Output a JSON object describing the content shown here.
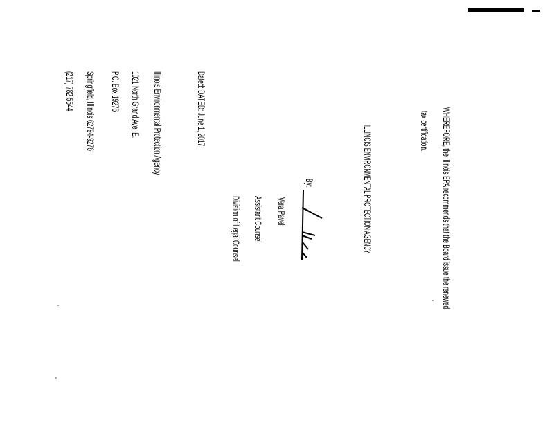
{
  "body": {
    "paragraph_line1": "WHEREFORE, the Illinois EPA recommends that the Board issue the renewed",
    "paragraph_line2": "tax certification."
  },
  "signature_block": {
    "agency": "ILLINOIS ENVIRONMENTAL PROTECTION AGENCY",
    "by_label": "By:",
    "name": "Vera Pavel",
    "title": "Assistant Counsel",
    "division": "Division of Legal Counsel"
  },
  "dated": "Dated: DATED: June 1, 2017",
  "address": [
    "Illinois Environmental Protection Agency",
    "1021 North Grand Ave. E.",
    "P.O. Box 19276",
    "Springfield, Illinois 62794-9276",
    "(217) 782-5544"
  ]
}
